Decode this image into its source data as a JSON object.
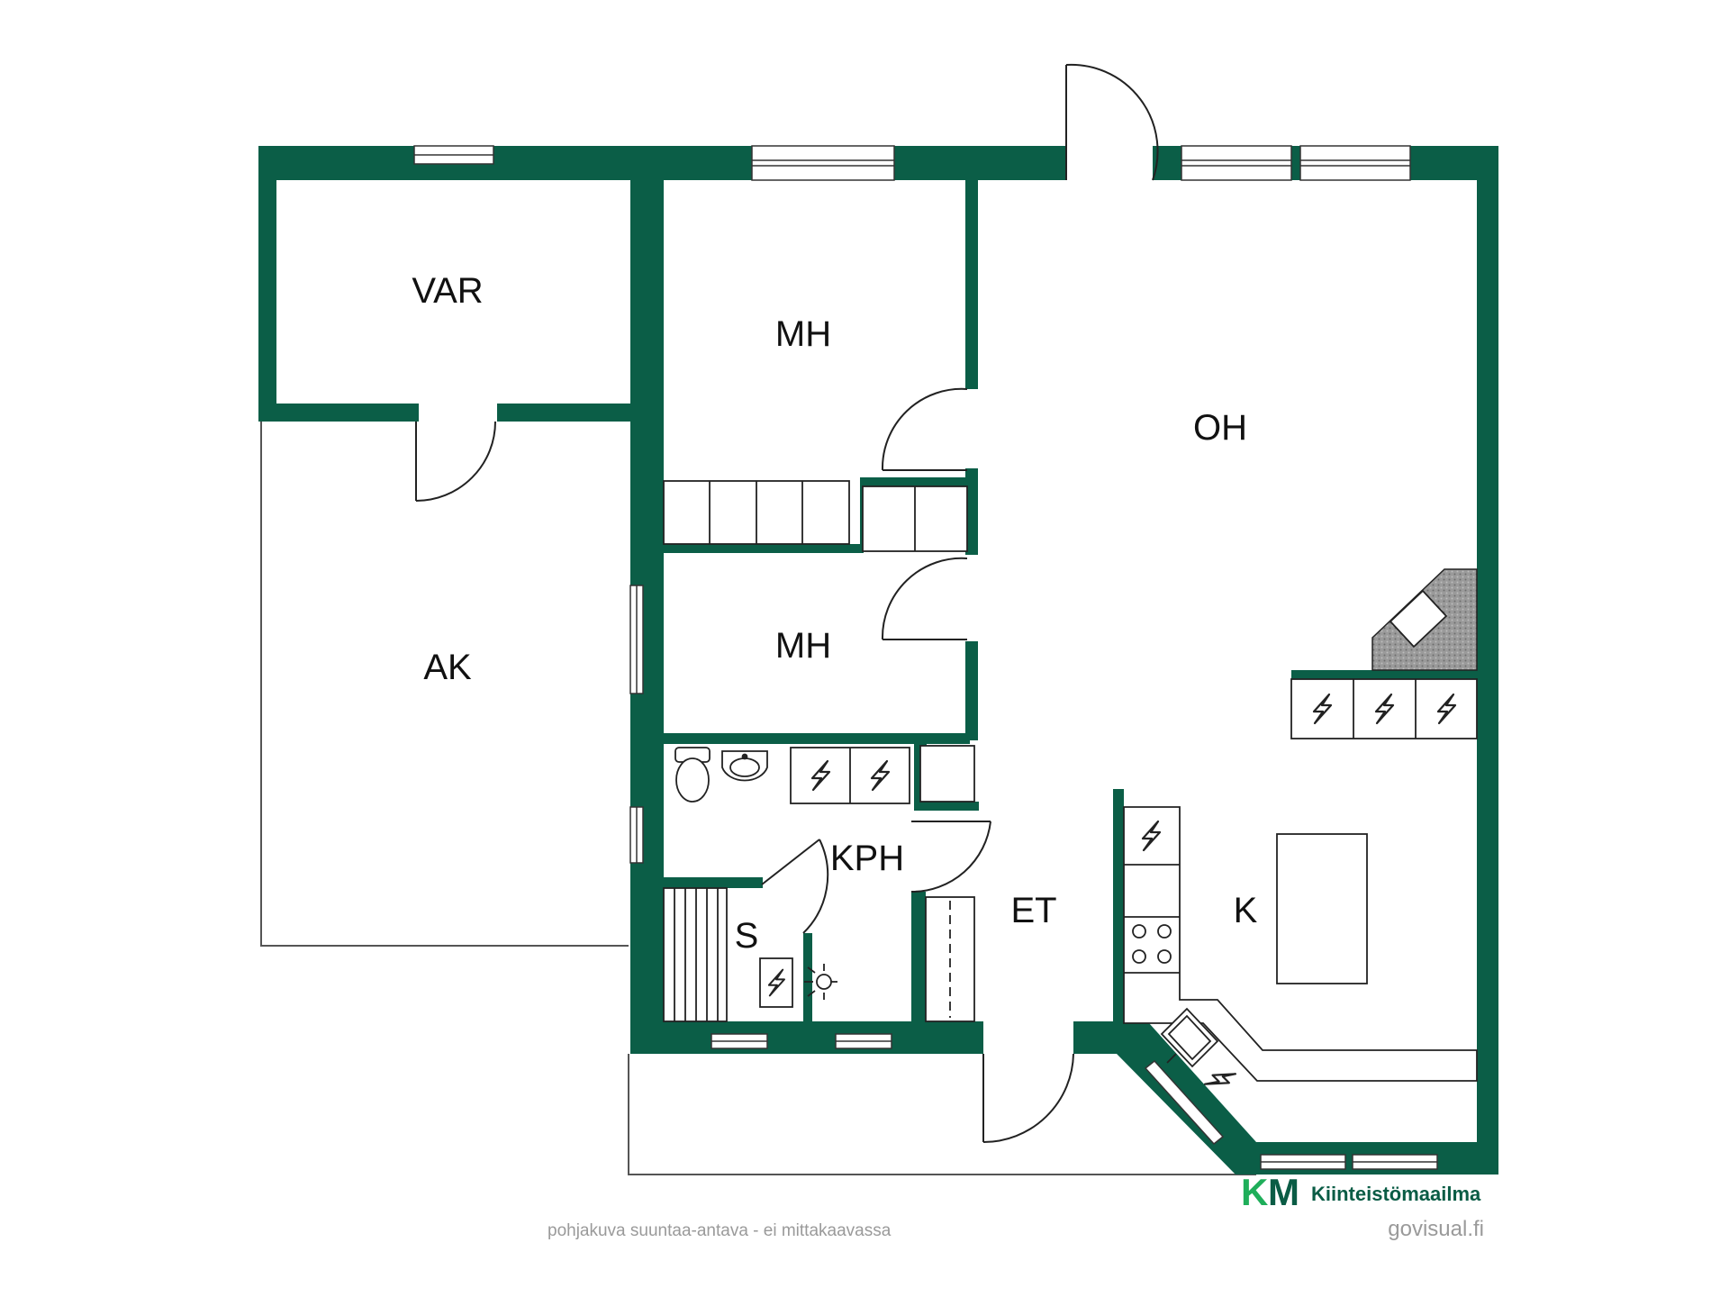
{
  "rooms": {
    "var": "VAR",
    "ak": "AK",
    "mh_upper": "MH",
    "mh_lower": "MH",
    "oh": "OH",
    "kph": "KPH",
    "s": "S",
    "et": "ET",
    "k": "K"
  },
  "footer": {
    "disclaimer": "pohjakuva suuntaa-antava - ei mittakaavassa",
    "credit": "govisual.fi"
  },
  "brand": {
    "mark_k": "K",
    "mark_m": "M",
    "name": "Kiinteistömaailma"
  },
  "colors": {
    "wall": "#0b5e47",
    "brand_green": "#1fae5a",
    "brand_dark": "#0a5c45",
    "stove_hatch": "#8a8a8a"
  },
  "icons": [
    "lightning-icon",
    "toilet-icon",
    "sink-icon",
    "shower-icon",
    "stove-icon",
    "fireplace-icon"
  ]
}
